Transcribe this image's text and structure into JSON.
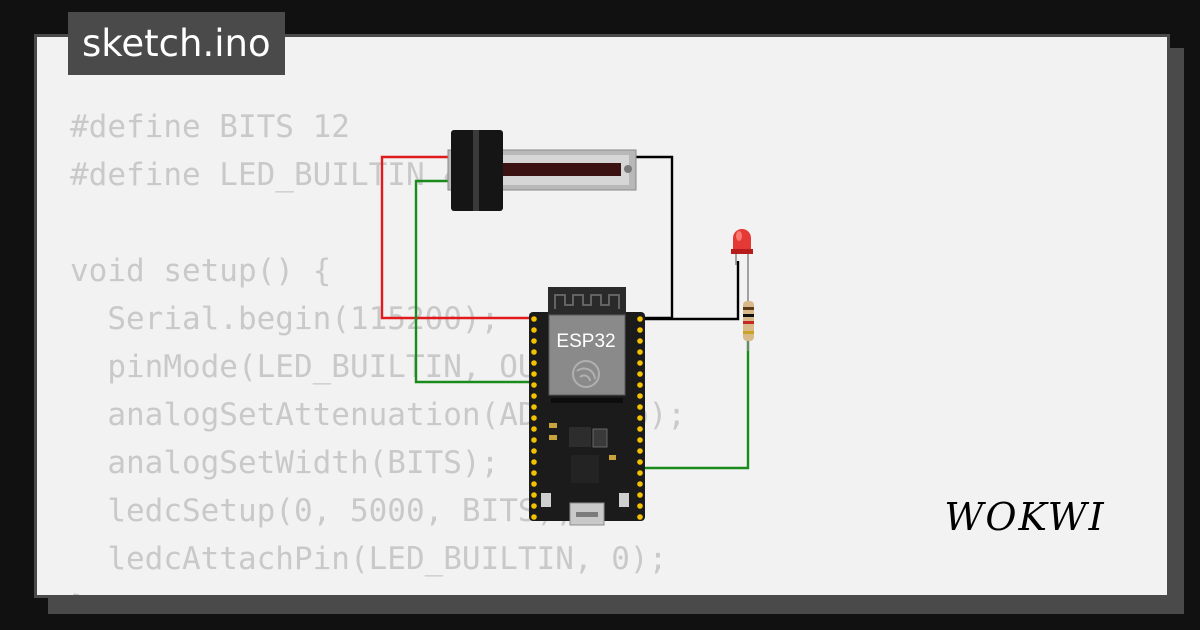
{
  "title": "sketch.ino",
  "code_lines": [
    "#define BITS 12",
    "#define LED_BUILTIN 4",
    "",
    "void setup() {",
    "  Serial.begin(115200);",
    "  pinMode(LED_BUILTIN, OUTPUT);",
    "  analogSetAttenuation(ADC_11db);",
    "  analogSetWidth(BITS);",
    "  ledcSetup(0, 5000, BITS);",
    "  ledcAttachPin(LED_BUILTIN, 0);",
    "}"
  ],
  "board": {
    "label": "ESP32"
  },
  "logo": {
    "text": "WOKWI"
  },
  "colors": {
    "background": "#111111",
    "card": "#f2f2f2",
    "frame": "#4a4a4a",
    "code_text": "#c9c9c9",
    "wire_red": "#e11b1b",
    "wire_green": "#1a8a1a",
    "wire_black": "#000000",
    "led": "#e53935",
    "board_pcb": "#1b1b1b",
    "pins": "#f2c200"
  },
  "icons": [
    "espressif-logo-icon",
    "led-icon",
    "resistor-icon",
    "slide-potentiometer-icon"
  ]
}
